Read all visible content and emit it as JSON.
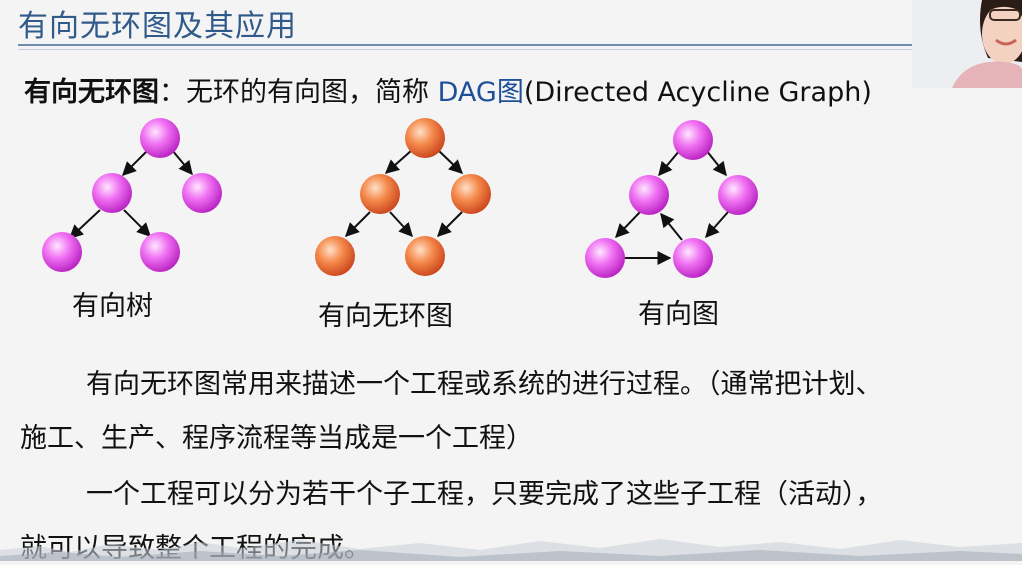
{
  "slide": {
    "title": "有向无环图及其应用"
  },
  "definition": {
    "term": "有向无环图",
    "colon": "：无环的有向图，简称 ",
    "dag": "DAG图",
    "full_name": "(Directed Acycline Graph)"
  },
  "captions": {
    "tree": "有向树",
    "dag": "有向无环图",
    "digraph": "有向图"
  },
  "paragraphs": {
    "line1": "有向无环图常用来描述一个工程或系统的进行过程。（通常把计划、",
    "line2": "施工、生产、程序流程等当成是一个工程）",
    "line3": "一个工程可以分为若干个子工程，只要完成了这些子工程（活动），",
    "line4": "就可以导致整个工程的完成。"
  },
  "colors": {
    "magenta_node": "#e23ce6",
    "orange_node": "#f06a2e",
    "title": "#2f5a8a",
    "dag_text": "#1f4f9a"
  }
}
